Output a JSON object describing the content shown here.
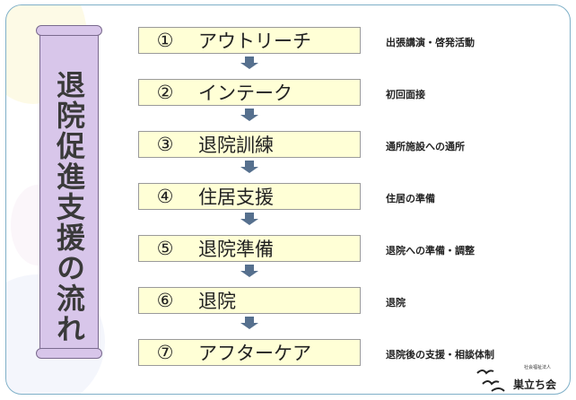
{
  "title": "退院促進支援の流れ",
  "steps": [
    {
      "num": "①",
      "label": "アウトリーチ",
      "note": "出張講演・啓発活動"
    },
    {
      "num": "②",
      "label": "インテーク",
      "note": "初回面接"
    },
    {
      "num": "③",
      "label": "退院訓練",
      "note": "通所施設への通所"
    },
    {
      "num": "④",
      "label": "住居支援",
      "note": "住居の準備"
    },
    {
      "num": "⑤",
      "label": "退院準備",
      "note": "退院への準備・調整"
    },
    {
      "num": "⑥",
      "label": "退院",
      "note": "退院"
    },
    {
      "num": "⑦",
      "label": "アフターケア",
      "note": "退院後の支援・相談体制"
    }
  ],
  "logo": {
    "small_text": "社会福祉法人",
    "name": "巣立ち会"
  },
  "colors": {
    "step_fill": "#ffffd6",
    "scroll_fill": "#d8c6ea",
    "arrow": "#56708e"
  }
}
